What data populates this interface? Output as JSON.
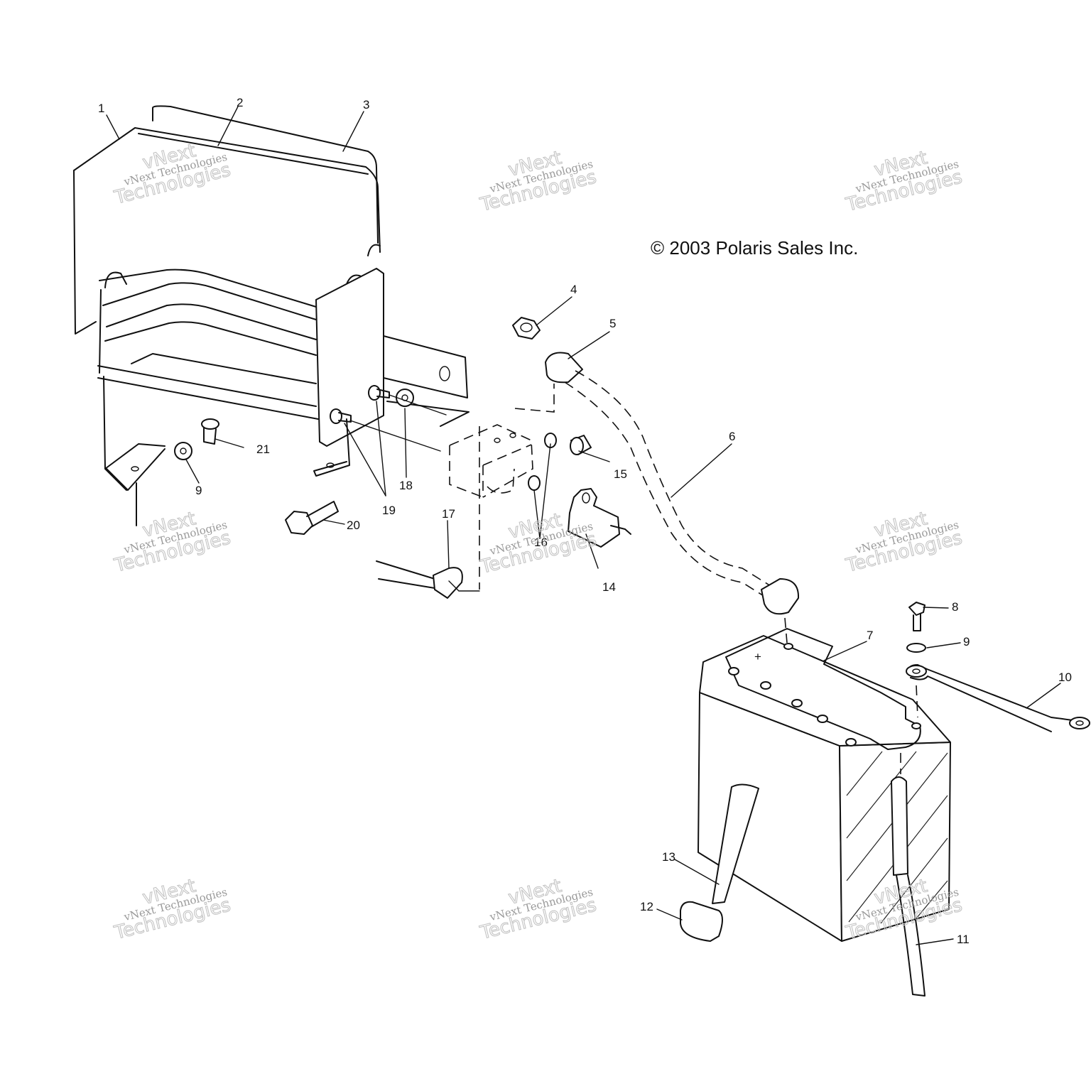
{
  "copyright": "© 2003 Polaris Sales Inc.",
  "battery_mark": "+",
  "watermark": {
    "small": "vNext Technologies",
    "top": "vNext",
    "bottom": "Technologies"
  },
  "callouts": [
    "1",
    "2",
    "3",
    "4",
    "5",
    "6",
    "7",
    "8",
    "9",
    "9",
    "10",
    "11",
    "12",
    "13",
    "14",
    "15",
    "16",
    "17",
    "18",
    "19",
    "20",
    "21"
  ]
}
